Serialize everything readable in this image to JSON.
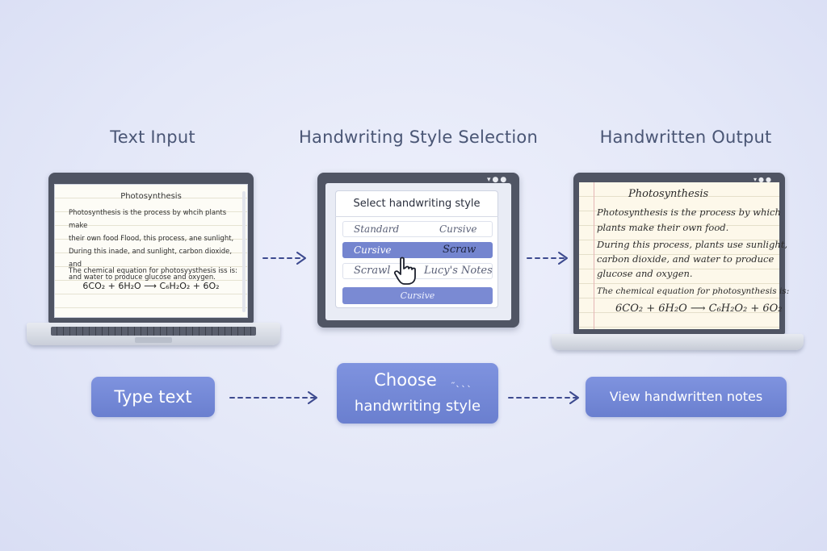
{
  "headings": {
    "text_input": "Text Input",
    "style_selection": "Handwriting Style Selection",
    "handwritten_output": "Handwritten Output"
  },
  "typed_doc": {
    "title": "Photosynthesis",
    "paragraph1": "Photosynthesis is the process by whcih plants make\ntheir own food Flood, this process, ane sunlight,\nDuring this inade, and sunlight, carbon dioxide, and\nand water to produce glucose and oxygen.",
    "paragraph2": "The chemical equation for photosyysthesis iss is:",
    "equation": "6CO₂ + 6H₂O ⟶ C₆H₂O₂ + 6O₂"
  },
  "style_picker": {
    "title": "Select handwriting style",
    "options": [
      "Standard",
      "Cursive",
      "Cursive",
      "Scraw",
      "Scrawl",
      "Lucy's Notes"
    ],
    "selected": "Cursive",
    "apply_label": "Cursive"
  },
  "handwritten_doc": {
    "title": "Photosynthesis",
    "lines": [
      "Photosynthesis is the process by which",
      "plants make their own food.",
      "During this process, plants use sunlight,",
      "carbon dioxide, and water to produce",
      "glucose and oxygen.",
      "The chemical equation for photosynthesis is:",
      "6CO₂ + 6H₂O ⟶ C₆H₂O₂ + 6O₂"
    ]
  },
  "steps": {
    "type_text": "Type text",
    "choose_line1": "Choose",
    "choose_line2": "handwriting style",
    "view_notes": "View handwritten notes"
  },
  "colors": {
    "button": "#7386d6",
    "arrow": "#3d4a8f",
    "device": "#4f5463",
    "background": "#e4e8f8"
  }
}
